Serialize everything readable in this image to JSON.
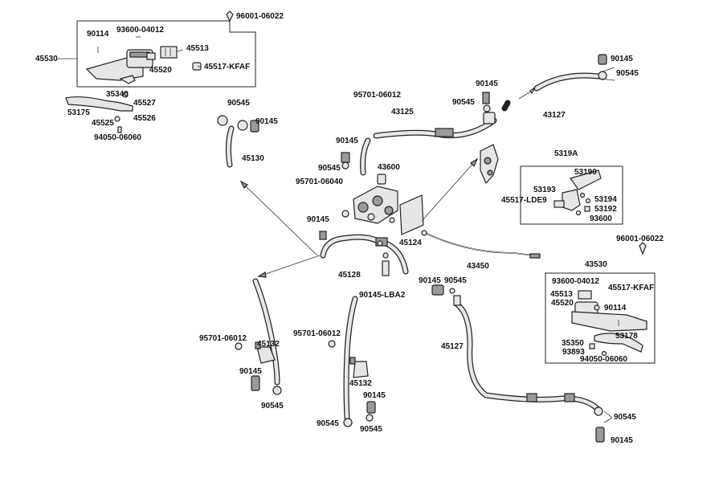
{
  "labels": [
    {
      "id": "96001-06022-a",
      "text": "96001-06022"
    },
    {
      "id": "90114-a",
      "text": "90114"
    },
    {
      "id": "93600-04012-a",
      "text": "93600-04012"
    },
    {
      "id": "45513-a",
      "text": "45513"
    },
    {
      "id": "45530",
      "text": "45530"
    },
    {
      "id": "45520-a",
      "text": "45520"
    },
    {
      "id": "45517-KFAF-a",
      "text": "45517-KFAF"
    },
    {
      "id": "35340",
      "text": "35340"
    },
    {
      "id": "45527",
      "text": "45527"
    },
    {
      "id": "53175",
      "text": "53175"
    },
    {
      "id": "45525",
      "text": "45525"
    },
    {
      "id": "45526",
      "text": "45526"
    },
    {
      "id": "94050-06060-a",
      "text": "94050-06060"
    },
    {
      "id": "90545-a",
      "text": "90545"
    },
    {
      "id": "90145-a",
      "text": "90145"
    },
    {
      "id": "45130",
      "text": "45130"
    },
    {
      "id": "95701-06012-a",
      "text": "95701-06012"
    },
    {
      "id": "43125",
      "text": "43125"
    },
    {
      "id": "90145-b",
      "text": "90145"
    },
    {
      "id": "90545-b",
      "text": "90545"
    },
    {
      "id": "90145-c",
      "text": "90145"
    },
    {
      "id": "90545-c",
      "text": "90545"
    },
    {
      "id": "43127",
      "text": "43127"
    },
    {
      "id": "90145-d",
      "text": "90145"
    },
    {
      "id": "90545-d",
      "text": "90545"
    },
    {
      "id": "90545-e",
      "text": "90545"
    },
    {
      "id": "43600",
      "text": "43600"
    },
    {
      "id": "95701-06040",
      "text": "95701-06040"
    },
    {
      "id": "90145-e",
      "text": "90145"
    },
    {
      "id": "5319A",
      "text": "5319A"
    },
    {
      "id": "53190",
      "text": "53190"
    },
    {
      "id": "53193",
      "text": "53193"
    },
    {
      "id": "45517-LDE9",
      "text": "45517-LDE9"
    },
    {
      "id": "53194",
      "text": "53194"
    },
    {
      "id": "53192",
      "text": "53192"
    },
    {
      "id": "93600-b",
      "text": "93600"
    },
    {
      "id": "45124",
      "text": "45124"
    },
    {
      "id": "96001-06022-b",
      "text": "96001-06022"
    },
    {
      "id": "43450",
      "text": "43450"
    },
    {
      "id": "43530",
      "text": "43530"
    },
    {
      "id": "45128",
      "text": "45128"
    },
    {
      "id": "90145-LBA2",
      "text": "90145-LBA2"
    },
    {
      "id": "90145-f",
      "text": "90145"
    },
    {
      "id": "90545-f",
      "text": "90545"
    },
    {
      "id": "93600-04012-b",
      "text": "93600-04012"
    },
    {
      "id": "45513-b",
      "text": "45513"
    },
    {
      "id": "45517-KFAF-b",
      "text": "45517-KFAF"
    },
    {
      "id": "45520-b",
      "text": "45520"
    },
    {
      "id": "90114-b",
      "text": "90114"
    },
    {
      "id": "95701-06012-b",
      "text": "95701-06012"
    },
    {
      "id": "95701-06012-c",
      "text": "95701-06012"
    },
    {
      "id": "45127",
      "text": "45127"
    },
    {
      "id": "45132-a",
      "text": "45132"
    },
    {
      "id": "53178",
      "text": "53178"
    },
    {
      "id": "35350",
      "text": "35350"
    },
    {
      "id": "93893",
      "text": "93893"
    },
    {
      "id": "94050-06060-b",
      "text": "94050-06060"
    },
    {
      "id": "90145-g",
      "text": "90145"
    },
    {
      "id": "45132-b",
      "text": "45132"
    },
    {
      "id": "90545-g",
      "text": "90545"
    },
    {
      "id": "90145-h",
      "text": "90145"
    },
    {
      "id": "90545-h",
      "text": "90545"
    },
    {
      "id": "90545-i",
      "text": "90545"
    },
    {
      "id": "90545-j",
      "text": "90545"
    },
    {
      "id": "90145-i",
      "text": "90145"
    }
  ]
}
